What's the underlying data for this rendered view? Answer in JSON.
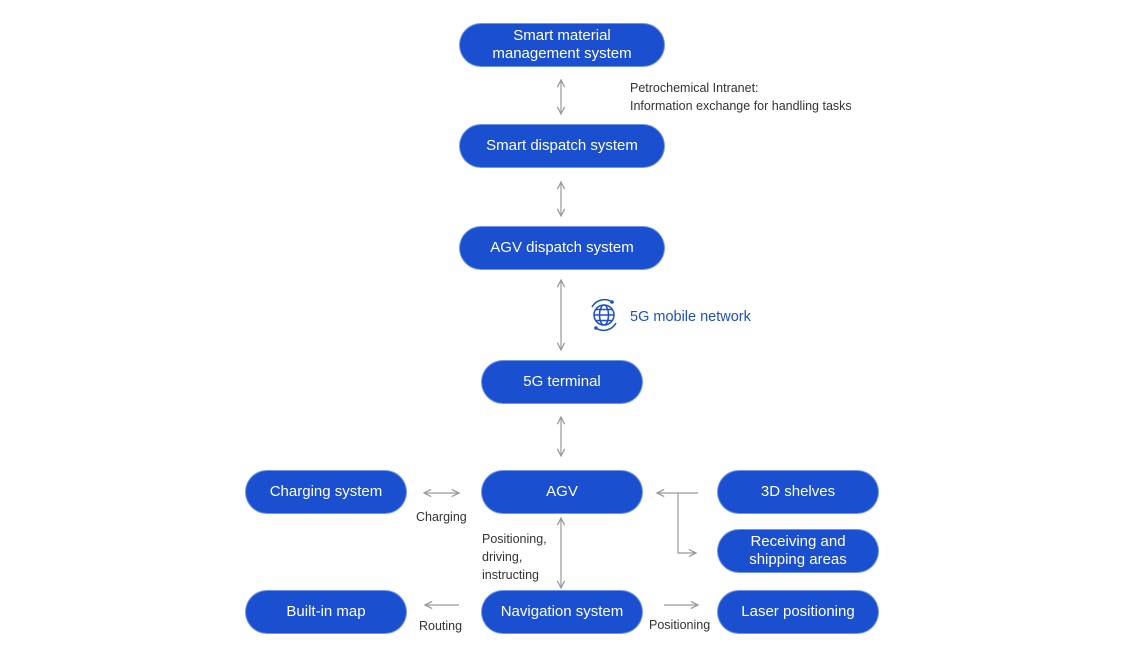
{
  "nodes": {
    "smart_material": "Smart material management system",
    "smart_dispatch": "Smart dispatch system",
    "agv_dispatch": "AGV dispatch system",
    "terminal_5g": "5G terminal",
    "charging": "Charging system",
    "agv": "AGV",
    "shelves_3d": "3D shelves",
    "receiving": "Receiving and shipping areas",
    "built_in_map": "Built-in map",
    "navigation": "Navigation system",
    "laser": "Laser positioning"
  },
  "labels": {
    "intranet_line1": "Petrochemical Intranet:",
    "intranet_line2": "Information exchange for handling tasks",
    "network_5g": "5G mobile network",
    "charging": "Charging",
    "positioning_driving_line1": "Positioning,",
    "positioning_driving_line2": "driving,",
    "positioning_driving_line3": "instructing",
    "routing": "Routing",
    "positioning": "Positioning"
  },
  "icons": {
    "network": "globe-network-icon"
  },
  "colors": {
    "node_fill": "#1a4fd0",
    "connector": "#9a9a9a",
    "accent_text": "#1a4fd0"
  }
}
